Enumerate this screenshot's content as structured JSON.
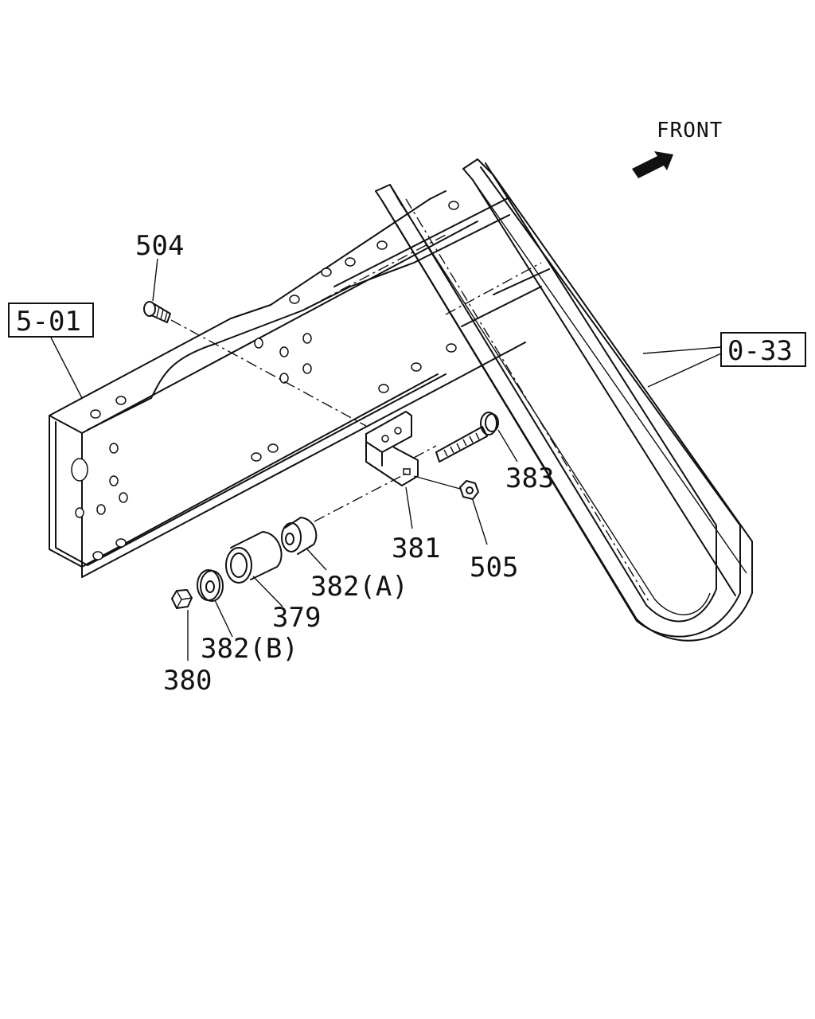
{
  "direction_label": "FRONT",
  "ref_boxes": {
    "frame": "5-01",
    "hose": "0-33"
  },
  "parts": {
    "p504": "504",
    "p383": "383",
    "p381": "381",
    "p505": "505",
    "p382a": "382(A)",
    "p379": "379",
    "p382b": "382(B)",
    "p380": "380"
  },
  "icons": {
    "direction_arrow": "front-arrow-icon"
  }
}
